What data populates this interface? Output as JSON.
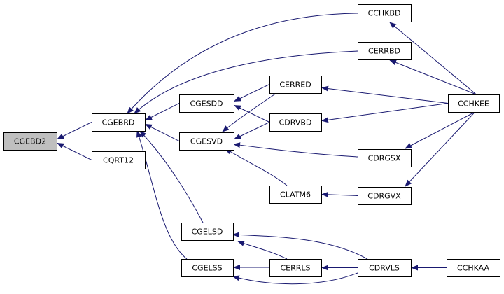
{
  "diagram": {
    "type": "call-graph",
    "colors": {
      "edge": "#191970",
      "node_border": "#000000",
      "root_fill": "#bfbfbf",
      "node_fill": "#ffffff"
    },
    "nodes": [
      {
        "id": "CGEBD2",
        "label": "CGEBD2",
        "root": true
      },
      {
        "id": "CGEBRD",
        "label": "CGEBRD"
      },
      {
        "id": "CQRT12",
        "label": "CQRT12"
      },
      {
        "id": "CGESDD",
        "label": "CGESDD"
      },
      {
        "id": "CGESVD",
        "label": "CGESVD"
      },
      {
        "id": "CGELSD",
        "label": "CGELSD"
      },
      {
        "id": "CGELSS",
        "label": "CGELSS"
      },
      {
        "id": "CERRED",
        "label": "CERRED"
      },
      {
        "id": "CDRVBD",
        "label": "CDRVBD"
      },
      {
        "id": "CLATM6",
        "label": "CLATM6"
      },
      {
        "id": "CERRLS",
        "label": "CERRLS"
      },
      {
        "id": "CCHKBD",
        "label": "CCHKBD"
      },
      {
        "id": "CERRBD",
        "label": "CERRBD"
      },
      {
        "id": "CDRGSX",
        "label": "CDRGSX"
      },
      {
        "id": "CDRGVX",
        "label": "CDRGVX"
      },
      {
        "id": "CDRVLS",
        "label": "CDRVLS"
      },
      {
        "id": "CCHKEE",
        "label": "CCHKEE"
      },
      {
        "id": "CCHKAA",
        "label": "CCHKAA"
      }
    ],
    "edges": [
      {
        "from": "CGEBRD",
        "to": "CGEBD2"
      },
      {
        "from": "CQRT12",
        "to": "CGEBD2"
      },
      {
        "from": "CCHKBD",
        "to": "CGEBRD"
      },
      {
        "from": "CERRBD",
        "to": "CGEBRD"
      },
      {
        "from": "CGESDD",
        "to": "CGEBRD"
      },
      {
        "from": "CGESVD",
        "to": "CGEBRD"
      },
      {
        "from": "CGELSD",
        "to": "CGEBRD"
      },
      {
        "from": "CGELSS",
        "to": "CGEBRD"
      },
      {
        "from": "CERRED",
        "to": "CGESDD"
      },
      {
        "from": "CDRVBD",
        "to": "CGESDD"
      },
      {
        "from": "CERRED",
        "to": "CGESVD"
      },
      {
        "from": "CDRVBD",
        "to": "CGESVD"
      },
      {
        "from": "CDRGSX",
        "to": "CGESVD"
      },
      {
        "from": "CLATM6",
        "to": "CGESVD"
      },
      {
        "from": "CCHKEE",
        "to": "CCHKBD"
      },
      {
        "from": "CCHKEE",
        "to": "CERRBD"
      },
      {
        "from": "CCHKEE",
        "to": "CERRED"
      },
      {
        "from": "CCHKEE",
        "to": "CDRVBD"
      },
      {
        "from": "CCHKEE",
        "to": "CDRGSX"
      },
      {
        "from": "CCHKEE",
        "to": "CDRGVX"
      },
      {
        "from": "CDRGVX",
        "to": "CLATM6"
      },
      {
        "from": "CERRLS",
        "to": "CGELSD"
      },
      {
        "from": "CDRVLS",
        "to": "CGELSD"
      },
      {
        "from": "CERRLS",
        "to": "CGELSS"
      },
      {
        "from": "CDRVLS",
        "to": "CGELSS"
      },
      {
        "from": "CDRVLS",
        "to": "CERRLS"
      },
      {
        "from": "CCHKAA",
        "to": "CDRVLS"
      }
    ]
  }
}
